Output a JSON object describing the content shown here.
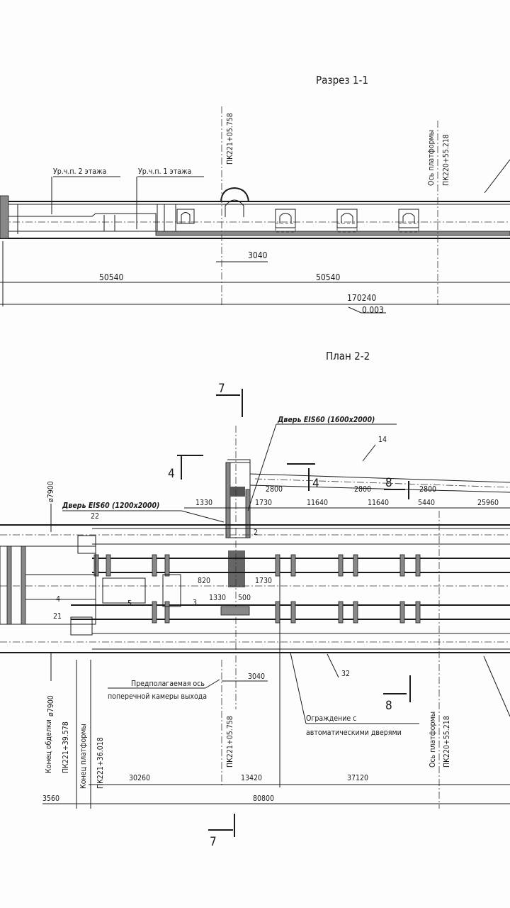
{
  "section": {
    "title": "Разрез 1-1",
    "level_2": "Ур.ч.п. 2 этажа",
    "level_1": "Ур.ч.п. 1 этажа",
    "pk_axis": "ПК221+05.758",
    "platform_axis_label": "Ось платформы",
    "platform_axis_pk": "ПК220+55.218",
    "dim_3040": "3040",
    "dim_left": "50540",
    "dim_right": "50540",
    "dim_total": "170240",
    "slope": "0.003"
  },
  "plan": {
    "title": "План 2-2",
    "cut_7_top": "7",
    "cut_7_bottom": "7",
    "cut_4_left": "4",
    "cut_4_right": "4",
    "cut_8_top": "8",
    "cut_8_bottom": "8",
    "door_1600": "Дверь EIS60 (1600x2000)",
    "door_1200": "Дверь EIS60 (1200x2000)",
    "dia_top": "ø7900",
    "dia_bottom": "ø7900",
    "callouts": {
      "c14": "14",
      "c22": "22",
      "c2": "2",
      "c4": "4",
      "c5": "5",
      "c3": "3",
      "c21": "21",
      "c32": "32"
    },
    "top_dims": {
      "d1330": "1330",
      "d1730": "1730",
      "d2800a": "2800",
      "d11640a": "11640",
      "d2800b": "2800",
      "d11640b": "11640",
      "d2800c": "2800",
      "d5440": "5440",
      "d25960": "25960"
    },
    "mid_dims": {
      "d820": "820",
      "d1730": "1730",
      "d1330": "1330",
      "d500": "500"
    },
    "dim_3040": "3040",
    "exit_axis_1": "Предполагаемая ось",
    "exit_axis_2": "поперечной камеры выхода",
    "fence_1": "Ограждение с",
    "fence_2": "автоматическими дверями",
    "lining_end_label": "Конец обделки",
    "lining_end_pk": "ПК221+39.578",
    "platform_end_label": "Конец платформы",
    "platform_end_pk": "ПК221+36.018",
    "pk_axis": "ПК221+05.758",
    "platform_axis_label": "Ось платформы",
    "platform_axis_pk": "ПК220+55.218",
    "bottom_dims": {
      "d30260": "30260",
      "d13420": "13420",
      "d37120": "37120",
      "d3560": "3560",
      "d80800": "80800"
    }
  }
}
